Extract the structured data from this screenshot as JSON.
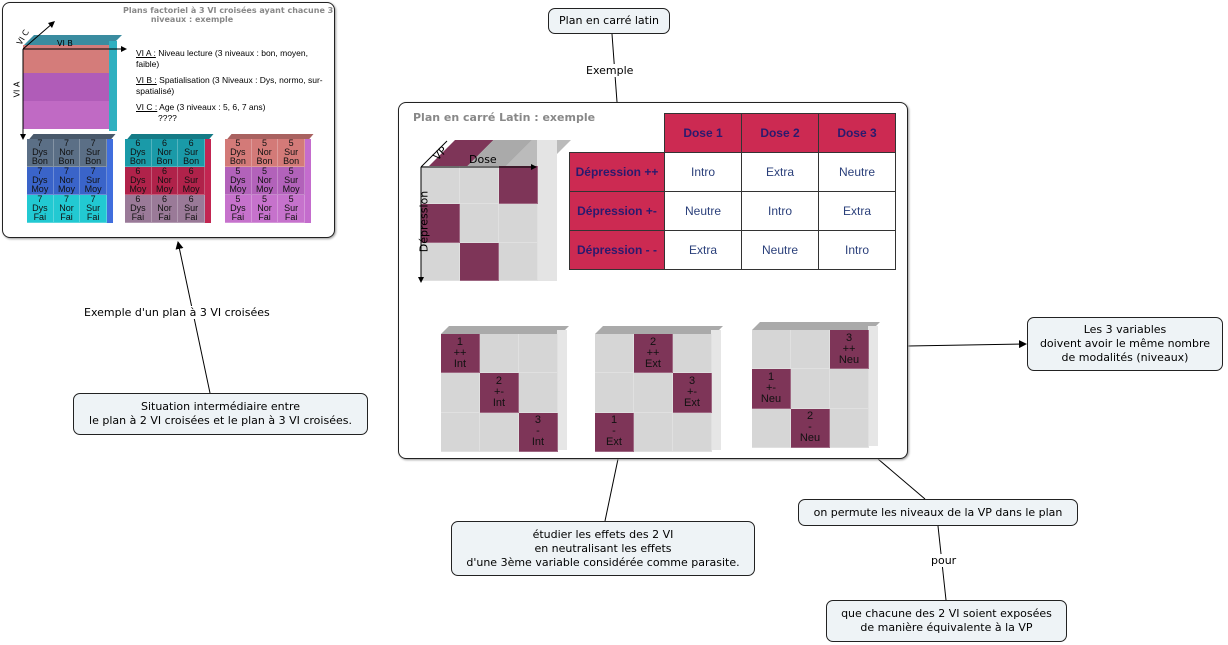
{
  "left_panel": {
    "title": "Plans factoriel à 3 VI croisées ayant chacune 3\n          niveaux : exemple",
    "axis_a": "VI A",
    "axis_b": "VI B",
    "axis_c": "VI C",
    "via_u": "VI A :",
    "via_t": " Niveau lecture (3 niveaux : bon, moyen, faible)",
    "vib_u": "VI B :",
    "vib_t": " Spatialisation (3 Niveaux : Dys, normo, sur-spatialisé)",
    "vic_u": "VI C :",
    "vic_t": " Age (3 niveaux : 5, 6, 7 ans)",
    "unknown": "????",
    "blocks": [
      {
        "colors": [
          "#5b6f86",
          "#3a64c9",
          "#22c9d2"
        ],
        "cells": [
          "7\nDys\nBon",
          "7\nNor\nBon",
          "7\nSur\nBon",
          "7\nDys\nMoy",
          "7\nNor\nMoy",
          "7\nSur\nMoy",
          "7\nDys\nFai",
          "7\nNor\nFai",
          "7\nSur\nFai"
        ]
      },
      {
        "colors": [
          "#1a9aa8",
          "#b0224a",
          "#9a7a98"
        ],
        "cells": [
          "6\nDys\nBon",
          "6\nNor\nBon",
          "6\nSur\nBon",
          "6\nDys\nMoy",
          "6\nNor\nMoy",
          "6\nSur\nMoy",
          "6\nDys\nFai",
          "6\nNor\nFai",
          "6\nSur\nFai"
        ]
      },
      {
        "colors": [
          "#d37a78",
          "#b262ba",
          "#c672cc"
        ],
        "cells": [
          "5\nDys\nBon",
          "5\nNor\nBon",
          "5\nSur\nBon",
          "5\nDys\nMoy",
          "5\nNor\nMoy",
          "5\nSur\nMoy",
          "5\nDys\nFai",
          "5\nNor\nFai",
          "5\nSur\nFai"
        ]
      }
    ]
  },
  "latin_panel": {
    "title": "Plan en carré Latin : exemple",
    "axis_vp": "VP",
    "axis_dose": "Dose",
    "axis_dep": "Dépression",
    "table": {
      "headers": [
        "Dose 1",
        "Dose 2",
        "Dose 3"
      ],
      "rows": [
        {
          "label": "Dépression ++",
          "cells": [
            "Intro",
            "Extra",
            "Neutre"
          ]
        },
        {
          "label": "Dépression +-",
          "cells": [
            "Neutre",
            "Intro",
            "Extra"
          ]
        },
        {
          "label": "Dépression - -",
          "cells": [
            "Extra",
            "Neutre",
            "Intro"
          ]
        }
      ]
    },
    "cubes": [
      [
        "1\n++\nInt",
        "",
        "",
        "",
        "2\n+-\nInt",
        "",
        "",
        "",
        "3\n-\nInt"
      ],
      [
        "",
        "2\n++\nExt",
        "",
        "",
        "",
        "3\n+-\nExt",
        "1\n-\nExt",
        "",
        ""
      ],
      [
        "",
        "",
        "3\n++\nNeu",
        "1\n+-\nNeu",
        "",
        "",
        "",
        "2\n-\nNeu",
        ""
      ]
    ],
    "colors": {
      "highlight": "#7e3558",
      "plain": "#d6d6d6"
    }
  },
  "nodes": {
    "plan_latin": "Plan en carré latin",
    "situation": "Situation intermédiaire entre\nle plan à 2 VI croisées et le plan à 3 VI croisées.",
    "variables": "Les 3 variables\ndoivent avoir le même nombre\nde modalités (niveaux)",
    "etudier": "étudier les effets des 2 VI\nen neutralisant les effets\nd'une 3ème variable considérée comme parasite.",
    "permute": "on permute les niveaux de la VP dans le plan",
    "chacune": "que chacune des 2 VI soient exposées\nde manière équivalente à la VP"
  },
  "links": {
    "exemple": "Exemple",
    "exemple_plan": "Exemple d'un plan à 3 VI croisées",
    "pour": "pour"
  }
}
